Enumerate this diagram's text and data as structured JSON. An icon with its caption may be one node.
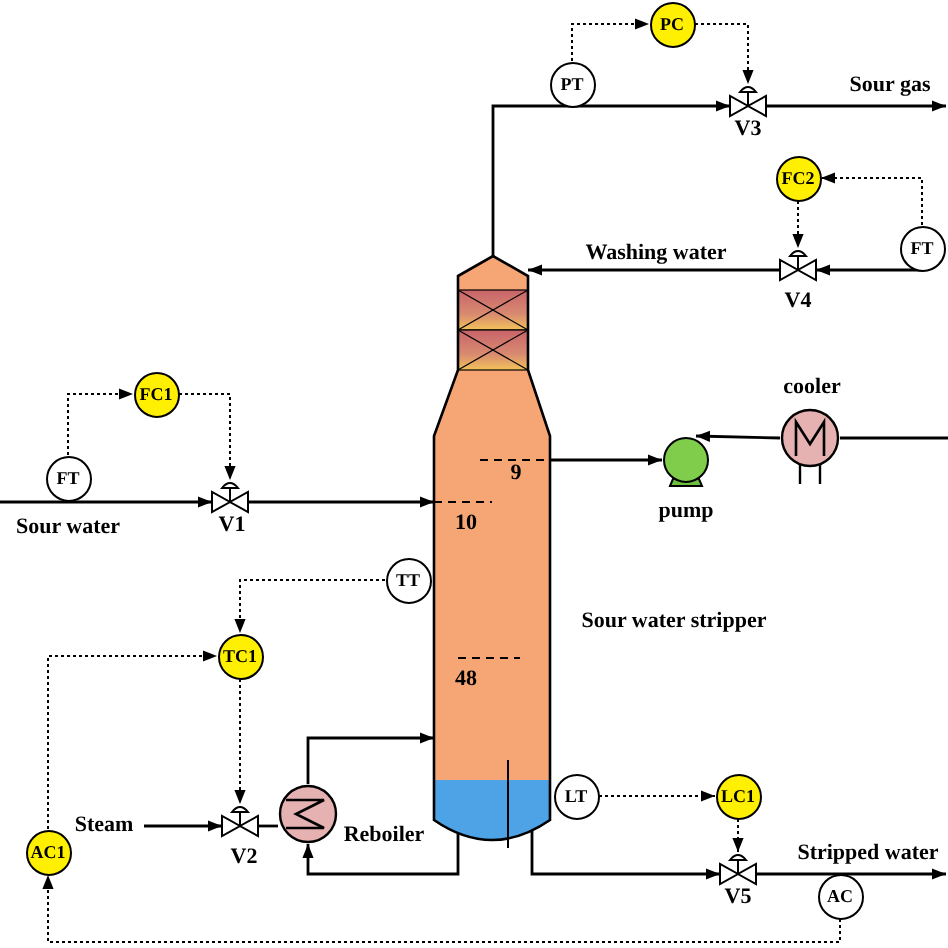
{
  "diagram": {
    "nodes": [
      {
        "text": [
          "PC"
        ]
      },
      {
        "text": [
          "PT"
        ]
      },
      {
        "text": [],
        "shape": "valve",
        "beside": [
          "V3"
        ]
      },
      {
        "text": [
          "FC2"
        ]
      },
      {
        "text": [
          "FT"
        ]
      },
      {
        "text": [],
        "shape": "valve",
        "beside": [
          "V4"
        ]
      },
      {
        "text": [],
        "shape": "column",
        "beside": [
          "Sour water stripper"
        ]
      },
      {
        "text": [
          "FC1"
        ]
      },
      {
        "text": [
          "FT"
        ]
      },
      {
        "text": [],
        "shape": "valve",
        "beside": [
          "V1"
        ]
      },
      {
        "text": [],
        "shape": "pump",
        "beside": [
          "pump"
        ]
      },
      {
        "text": [],
        "shape": "exchanger",
        "beside": [
          "cooler"
        ]
      },
      {
        "text": [
          "TT"
        ]
      },
      {
        "text": [
          "TC1"
        ]
      },
      {
        "text": [
          "AC1"
        ]
      },
      {
        "text": [],
        "shape": "valve",
        "beside": [
          "V2"
        ]
      },
      {
        "text": [],
        "shape": "exchanger",
        "beside": [
          "Reboiler"
        ]
      },
      {
        "text": [
          "LT"
        ]
      },
      {
        "text": [
          "LC1"
        ]
      },
      {
        "text": [],
        "shape": "valve",
        "beside": [
          "V5"
        ]
      },
      {
        "text": [
          "AC"
        ]
      }
    ],
    "edges": [
      {
        "from": 6,
        "to": 2,
        "arrow": "to"
      },
      {
        "from": 2,
        "to": null,
        "arrow": "to",
        "label": "Sour gas"
      },
      {
        "from": 4,
        "to": 5,
        "arrow": "to"
      },
      {
        "from": 5,
        "to": 6,
        "arrow": "to",
        "label": "Washing water"
      },
      {
        "from": null,
        "to": 9,
        "arrow": "to",
        "label": "Sour water"
      },
      {
        "from": 9,
        "to": 6,
        "arrow": "to"
      },
      {
        "from": 6,
        "to": 10,
        "arrow": "to"
      },
      {
        "from": 11,
        "to": 10,
        "arrow": "to"
      },
      {
        "from": null,
        "to": 11,
        "arrow": "none"
      },
      {
        "from": null,
        "to": 15,
        "arrow": "to",
        "label": "Steam"
      },
      {
        "from": 15,
        "to": 16,
        "arrow": "none"
      },
      {
        "from": 16,
        "to": 6,
        "arrow": "to"
      },
      {
        "from": 6,
        "to": 16,
        "arrow": "to"
      },
      {
        "from": 6,
        "to": 19,
        "arrow": "to"
      },
      {
        "from": 19,
        "to": null,
        "arrow": "to",
        "label": "Stripped water"
      },
      {
        "from": 1,
        "to": 0,
        "arrow": "to",
        "style": "dashed"
      },
      {
        "from": 0,
        "to": 2,
        "arrow": "to",
        "style": "dashed"
      },
      {
        "from": 4,
        "to": 3,
        "arrow": "to",
        "style": "dashed"
      },
      {
        "from": 3,
        "to": 5,
        "arrow": "to",
        "style": "dashed"
      },
      {
        "from": 8,
        "to": 7,
        "arrow": "to",
        "style": "dashed"
      },
      {
        "from": 7,
        "to": 9,
        "arrow": "to",
        "style": "dashed"
      },
      {
        "from": 12,
        "to": 13,
        "arrow": "to",
        "style": "dashed"
      },
      {
        "from": 13,
        "to": 15,
        "arrow": "to",
        "style": "dashed"
      },
      {
        "from": 14,
        "to": 13,
        "arrow": "to",
        "style": "dashed"
      },
      {
        "from": 20,
        "to": 14,
        "arrow": "to",
        "style": "dashed"
      },
      {
        "from": 17,
        "to": 18,
        "arrow": "to",
        "style": "dashed"
      },
      {
        "from": 18,
        "to": 19,
        "arrow": "to",
        "style": "dashed"
      }
    ],
    "labels": [
      "9",
      "10",
      "48"
    ]
  }
}
